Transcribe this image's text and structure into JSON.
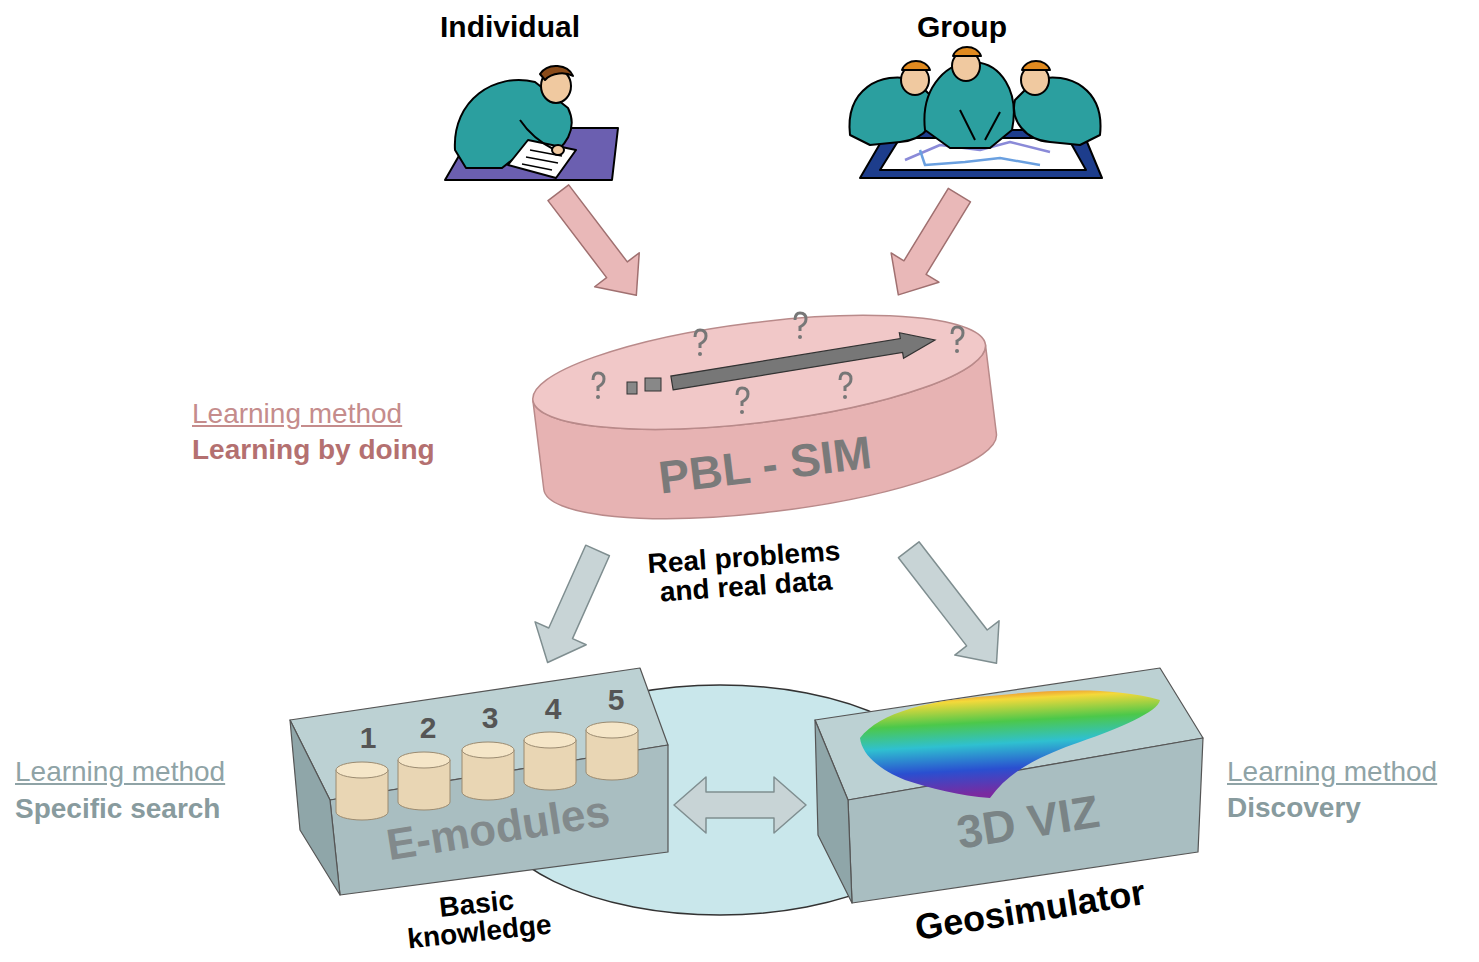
{
  "diagram": {
    "nodes": [
      {
        "text": [
          "Individual"
        ]
      },
      {
        "text": [
          "Group"
        ]
      },
      {
        "text": [
          "PBL - SIM",
          "Real problems and real data"
        ]
      },
      {
        "text": [
          "E-modules",
          "Basic knowledge"
        ]
      },
      {
        "text": [
          "3D VIZ",
          "Geosimulator"
        ]
      }
    ],
    "edges": [
      {
        "from": 0,
        "to": 2,
        "arrow": "to"
      },
      {
        "from": 1,
        "to": 2,
        "arrow": "to"
      },
      {
        "from": 2,
        "to": 3,
        "arrow": "to"
      },
      {
        "from": 2,
        "to": 4,
        "arrow": "to"
      },
      {
        "from": 3,
        "to": 4,
        "arrow": "both"
      }
    ],
    "labels": [
      "Learning method",
      "Learning by doing",
      "Learning method",
      "Specific search",
      "Learning method",
      "Discovery",
      "1",
      "2",
      "3",
      "4",
      "5"
    ]
  }
}
